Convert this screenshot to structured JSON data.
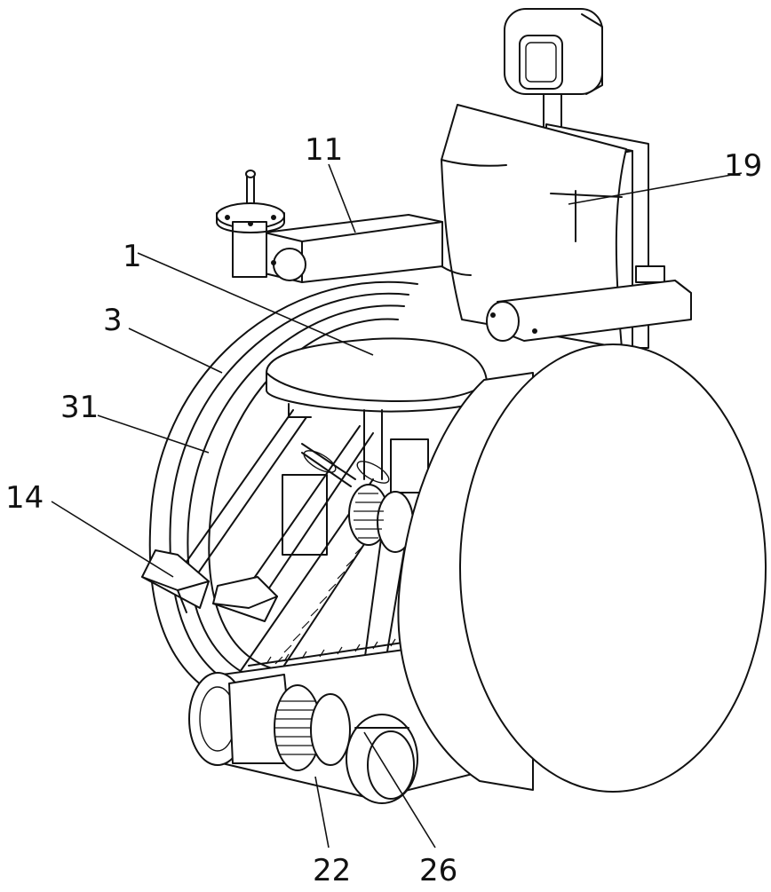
{
  "labels": {
    "l11": "11",
    "l19": "19",
    "l1": "1",
    "l3": "3",
    "l31": "31",
    "l14": "14",
    "l22": "22",
    "l26": "26"
  }
}
